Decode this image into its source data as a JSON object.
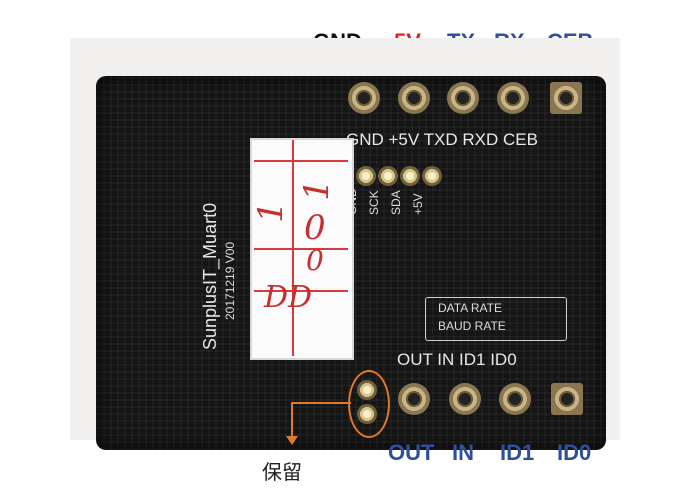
{
  "top_labels": [
    {
      "text": "GND",
      "color": "#111111"
    },
    {
      "text": "5V",
      "color": "#e02020"
    },
    {
      "text": "TX",
      "color": "#2e4f9a"
    },
    {
      "text": "RX",
      "color": "#2e4f9a"
    },
    {
      "text": "CEB",
      "color": "#2e4f9a"
    }
  ],
  "bottom_labels": [
    "OUT",
    "IN",
    "ID1",
    "ID0"
  ],
  "reserve_label": "保留",
  "board": {
    "header_silk": "GND +5V TXD RXD CEB",
    "small_header_silk": [
      "GND",
      "SCK",
      "SDA",
      "+5V"
    ],
    "model": "SunplusIT_Muart0",
    "date": "20171219 V00",
    "rate_labels": [
      "DATA RATE",
      "BAUD RATE"
    ],
    "bottom_silk": "OUT IN ID1 ID0",
    "handwritten": [
      "1",
      "1",
      "0",
      "0",
      "DD"
    ]
  },
  "colors": {
    "highlight": "#e07a2a",
    "label_blue": "#2e4f9a",
    "label_red": "#e02020"
  }
}
